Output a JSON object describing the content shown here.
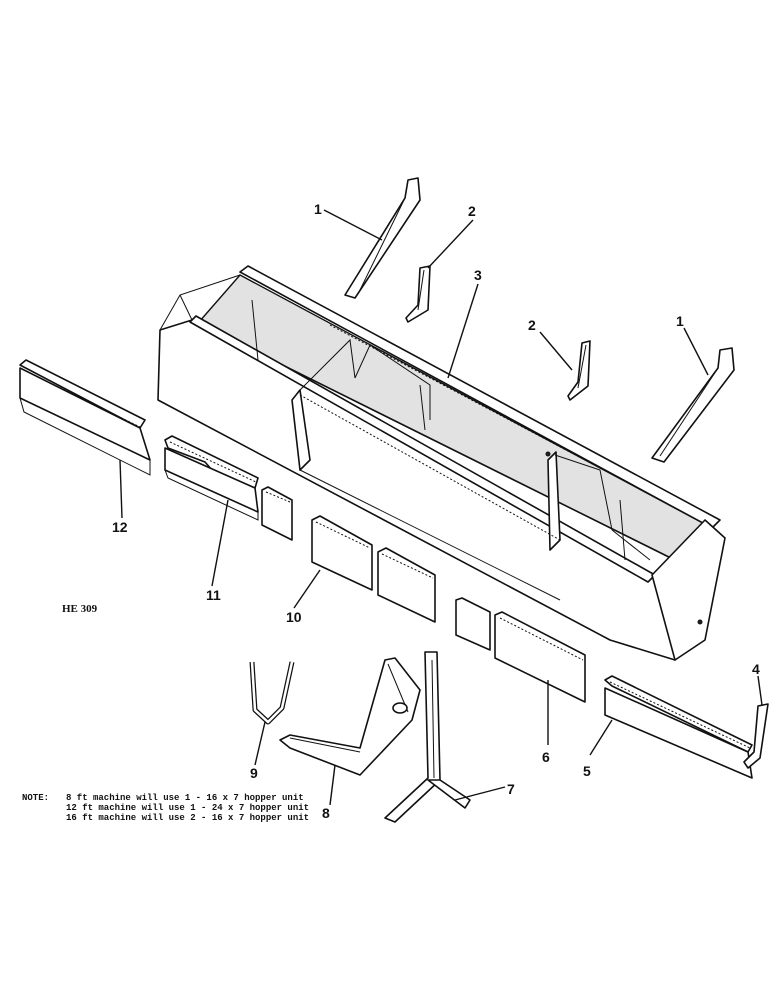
{
  "figure_code": "HE 309",
  "callouts": [
    "1",
    "2",
    "3",
    "2",
    "1",
    "12",
    "11",
    "10",
    "6",
    "5",
    "4",
    "9",
    "8",
    "7"
  ],
  "note": {
    "label": "NOTE:",
    "lines": [
      "8 ft machine will use 1 - 16 x 7 hopper unit",
      "12 ft machine will use 1 - 24 x 7 hopper unit",
      "16 ft machine will use 2 - 16 x 7 hopper unit"
    ]
  }
}
